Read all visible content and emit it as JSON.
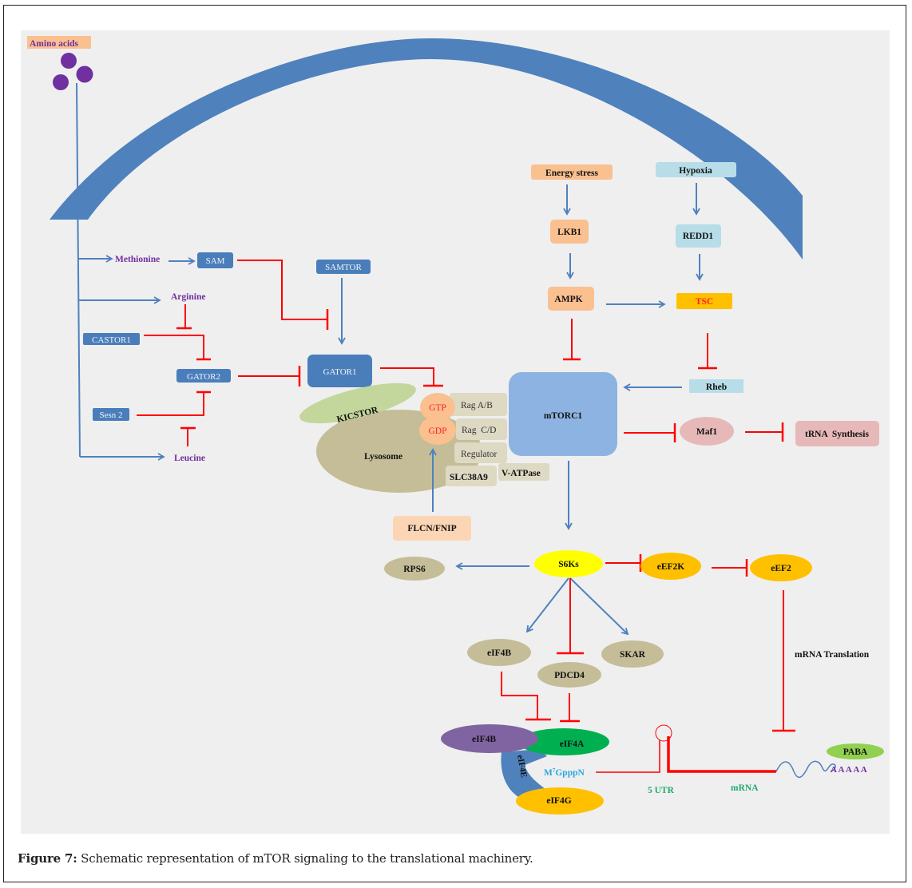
{
  "figure": {
    "caption_label": "Figure 7:",
    "caption_text": " Schematic representation of mTOR signaling to the translational machinery."
  },
  "colors": {
    "membrane": "#4f81bd",
    "activation": "#4f81bd",
    "inhibition": "#ff0000",
    "amino_acid": "#7030a0",
    "box_blue": "#4a7ebb",
    "mtorc1": "#8db3e2",
    "peach": "#fac090",
    "light_blue": "#b7dde8",
    "tsc": "#ffc000",
    "olive": "#c4bd97",
    "mauve": "#e6b9b8",
    "yellow": "#ffff00",
    "orange": "#ffc000",
    "purple": "#8064a2",
    "green": "#00b050",
    "lime": "#92d050",
    "kicstor": "#c3d69b"
  },
  "nodes": {
    "amino_acids": "Amino acids",
    "methionine": "Methionine",
    "arginine": "Arginine",
    "leucine": "Leucine",
    "sam": "SAM",
    "samtor": "SAMTOR",
    "castor1": "CASTOR1",
    "gator2": "GATOR2",
    "gator1": "GATOR1",
    "sesn2": "Sesn 2",
    "kicstor": "KICSTOR",
    "lysosome": "Lysosome",
    "gtp": "GTP",
    "gdp": "GDP",
    "rag_ab": "Rag A/B",
    "rag_cd": "Rag  C/D",
    "regulator": "Regulator",
    "slc38a9": "SLC38A9",
    "v_atpase": "V-ATPase",
    "flcn_fnip": "FLCN/FNIP",
    "energy_stress": "Energy stress",
    "lkb1": "LKB1",
    "ampk": "AMPK",
    "hypoxia": "Hypoxia",
    "redd1": "REDD1",
    "tsc": "TSC",
    "rheb": "Rheb",
    "mtorc1": "mTORC1",
    "maf1": "Maf1",
    "trna_synthesis": "tRNA  Synthesis",
    "s6ks": "S6Ks",
    "rps6": "RPS6",
    "eef2k": "eEF2K",
    "eef2": "eEF2",
    "eif4b_top": "eIF4B",
    "pdcd4": "PDCD4",
    "skar": "SKAR",
    "mrna_translation": "mRNA Translation",
    "eif4b": "eIF4B",
    "eif4a": "eIF4A",
    "eif4e": "eIF4E",
    "eif4g": "eIF4G",
    "m7gpppn_m": "M",
    "m7gpppn_sup": "7",
    "m7gpppn_rest": "GpppN",
    "utr5": "5 UTR",
    "mrna": "mRNA",
    "paba": "PABA",
    "polya": "AAAAA"
  }
}
